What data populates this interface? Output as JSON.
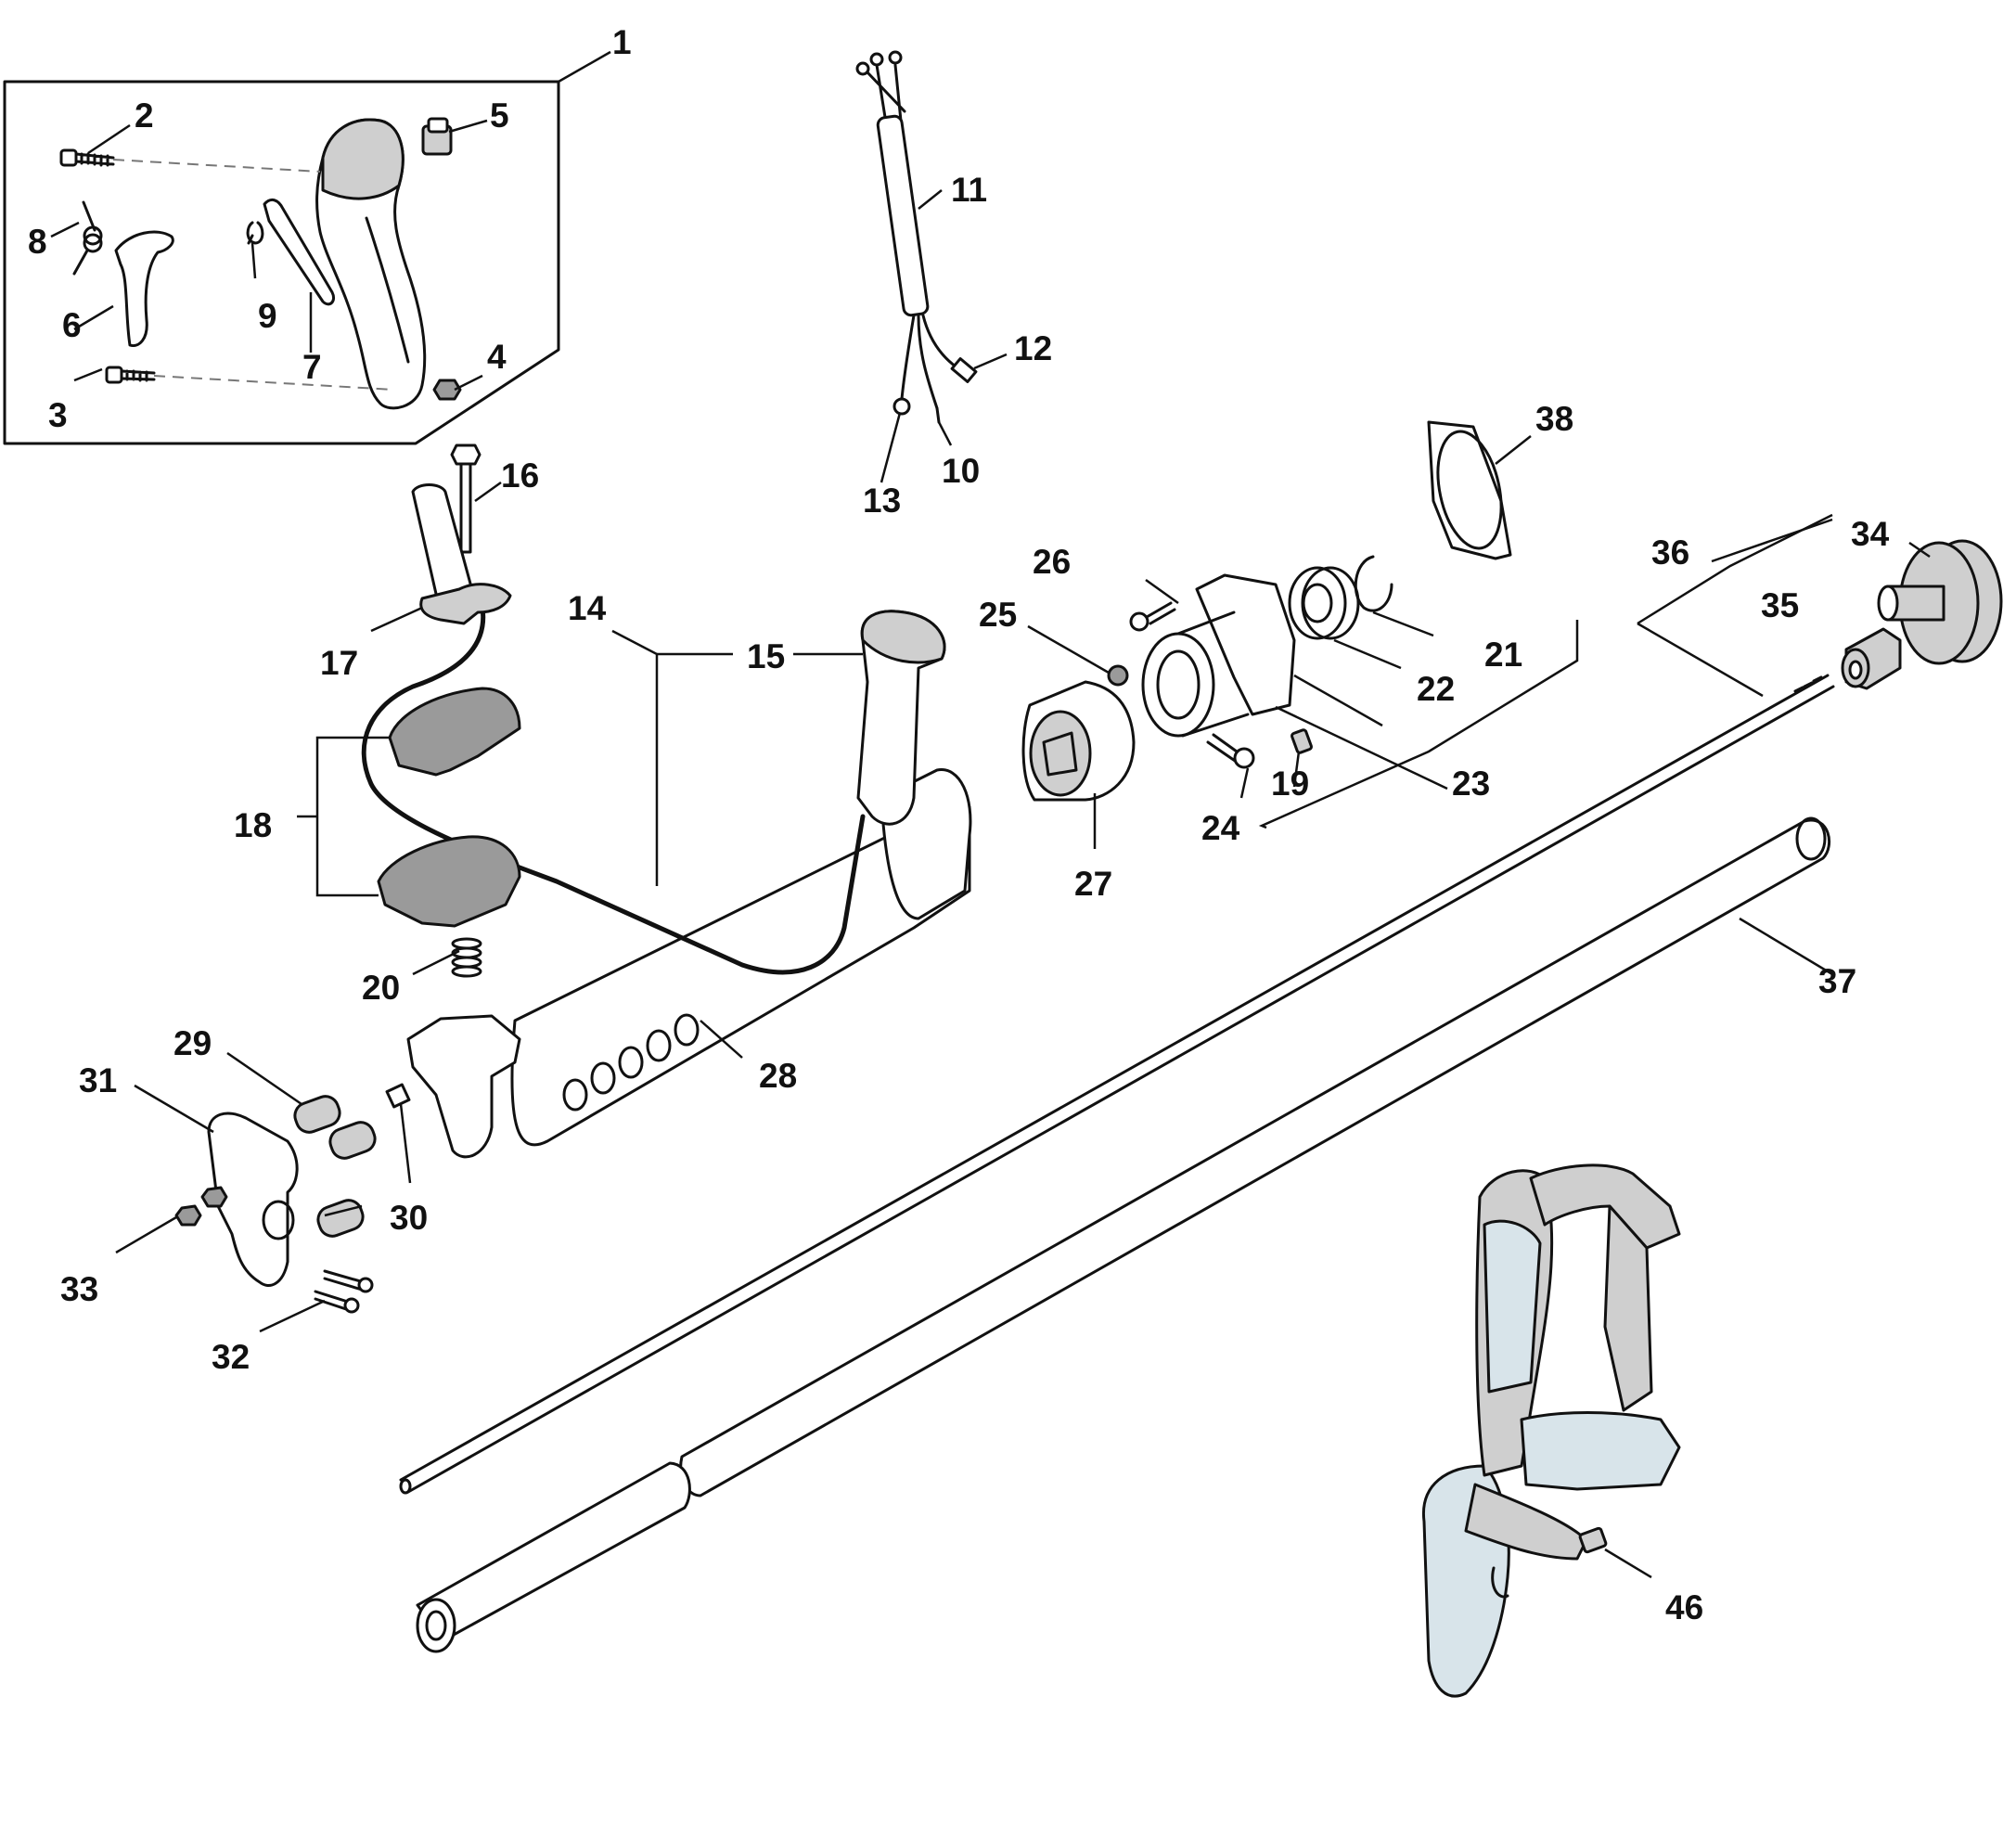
{
  "labels": {
    "p1": "1",
    "p2": "2",
    "p3": "3",
    "p4": "4",
    "p5": "5",
    "p6": "6",
    "p7": "7",
    "p8": "8",
    "p9": "9",
    "p10": "10",
    "p11": "11",
    "p12": "12",
    "p13": "13",
    "p14": "14",
    "p15": "15",
    "p16": "16",
    "p17": "17",
    "p18": "18",
    "p19": "19",
    "p20": "20",
    "p21": "21",
    "p22": "22",
    "p23": "23",
    "p24": "24",
    "p25": "25",
    "p26": "26",
    "p27": "27",
    "p28": "28",
    "p29": "29",
    "p30": "30",
    "p31": "31",
    "p32": "32",
    "p33": "33",
    "p34": "34",
    "p35": "35",
    "p36": "36",
    "p37": "37",
    "p38": "38",
    "p46": "46"
  },
  "colors": {
    "line": "#111111",
    "part_gray": "#cfcfcf",
    "harness_gray": "#9a9a9a",
    "harness_blue": "#d8e4ea"
  }
}
